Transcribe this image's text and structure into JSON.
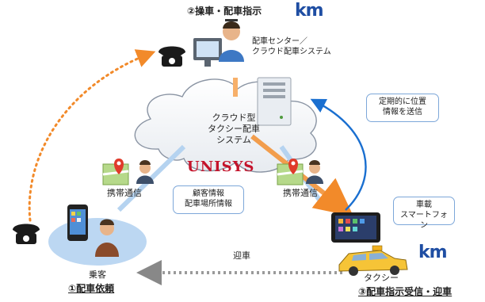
{
  "titles": {
    "dispatch": "②操車・配車指示",
    "request": "①配車依頼",
    "receive": "③配車指示受信・迎車"
  },
  "logos": {
    "km_top": "km",
    "km_taxi": "km",
    "unisys": "UNISYS"
  },
  "nodes": {
    "dispatch_center": [
      "配車センター／",
      "クラウド配車システム"
    ],
    "cloud": [
      "クラウド型",
      "タクシー配車",
      "システム"
    ],
    "mobile_left": "携帯通信",
    "mobile_right": "携帯通信",
    "passenger": "乗客",
    "taxi": "タクシー",
    "pickup": "迎車"
  },
  "callouts": {
    "location": [
      "定期的に位置",
      "情報を送信"
    ],
    "customer_info": [
      "顧客情報",
      "配車場所情報"
    ],
    "smartphone": [
      "車載",
      "スマートフォン"
    ]
  },
  "icons": [
    "phone-icon",
    "operator-icon",
    "server-icon",
    "map-pin-icon",
    "person-icon",
    "smartphone-icon",
    "tablet-icon",
    "taxi-icon"
  ]
}
